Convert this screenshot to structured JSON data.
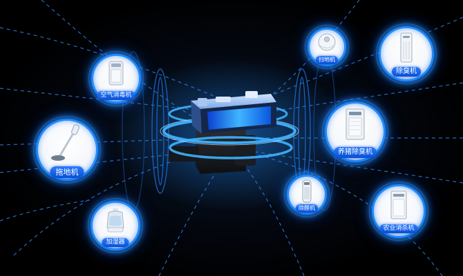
{
  "scene": {
    "center_device": "bipolar-ionizer-module-icon",
    "accent_color": "#1f8cff",
    "background_color": "#000000"
  },
  "devices": [
    {
      "id": "air",
      "label": "空气消毒机",
      "icon": "air-purifier-icon"
    },
    {
      "id": "mop",
      "label": "拖地机",
      "icon": "stick-vacuum-icon"
    },
    {
      "id": "humid",
      "label": "加湿器",
      "icon": "humidifier-icon"
    },
    {
      "id": "robot",
      "label": "扫地机",
      "icon": "robot-vacuum-icon"
    },
    {
      "id": "deodor",
      "label": "除臭机",
      "icon": "tower-deodorizer-icon"
    },
    {
      "id": "pig",
      "label": "养猪除臭机",
      "icon": "pig-farm-deodorizer-icon"
    },
    {
      "id": "formal",
      "label": "除醛机",
      "icon": "formaldehyde-remover-icon"
    },
    {
      "id": "agri",
      "label": "农业消杀机",
      "icon": "agricultural-sterilizer-icon"
    }
  ]
}
